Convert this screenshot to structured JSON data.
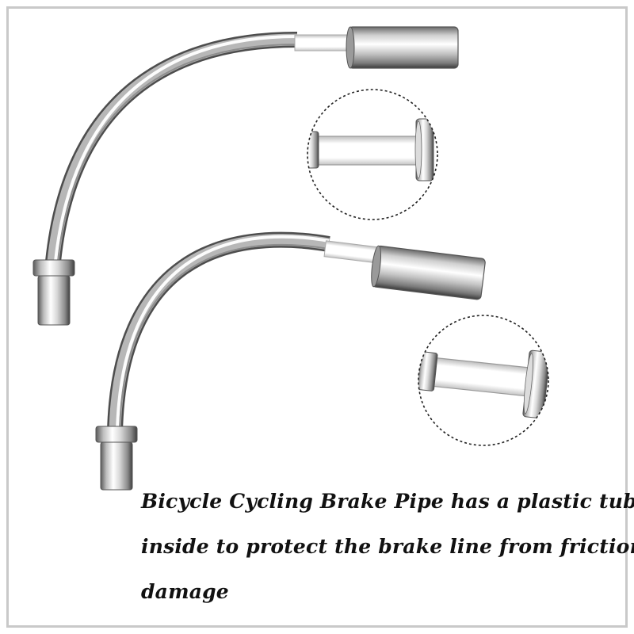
{
  "product": {
    "name": "Bicycle Cycling Brake Pipe",
    "items": [
      {
        "label": "brake-pipe-large"
      },
      {
        "label": "brake-pipe-small"
      }
    ]
  },
  "caption": {
    "lines": [
      "Bicycle Cycling Brake Pipe has a plastic tube",
      "inside to protect the brake line from friction",
      "damage"
    ]
  },
  "colors": {
    "frame": "#c9c9c9",
    "background": "#ffffff",
    "text": "#111111",
    "metal_light": "#f4f4f4",
    "metal_dark": "#4a4a4a"
  }
}
